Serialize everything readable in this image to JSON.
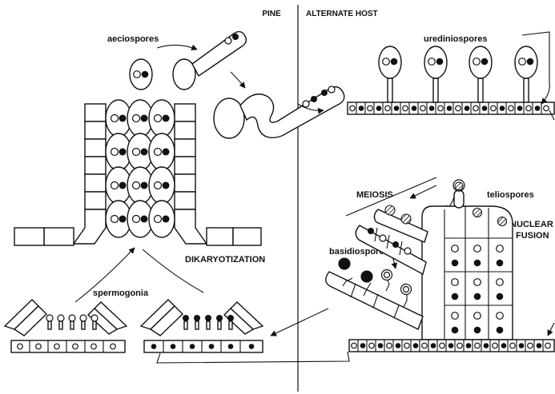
{
  "labels": {
    "pine": "PINE",
    "alternate_host": "ALTERNATE HOST",
    "aeciospores": "aeciospores",
    "urediniospores": "urediniospores",
    "meiosis": "MEIOSIS",
    "teliospores": "teliospores",
    "nuclear": "NUCLEAR",
    "fusion": "FUSION",
    "basidiospores": "basidiospores",
    "dikaryotization": "DIKARYOTIZATION",
    "spermogonia": "spermogonia"
  },
  "colors": {
    "ink": "#111111",
    "paper": "#ffffff"
  }
}
